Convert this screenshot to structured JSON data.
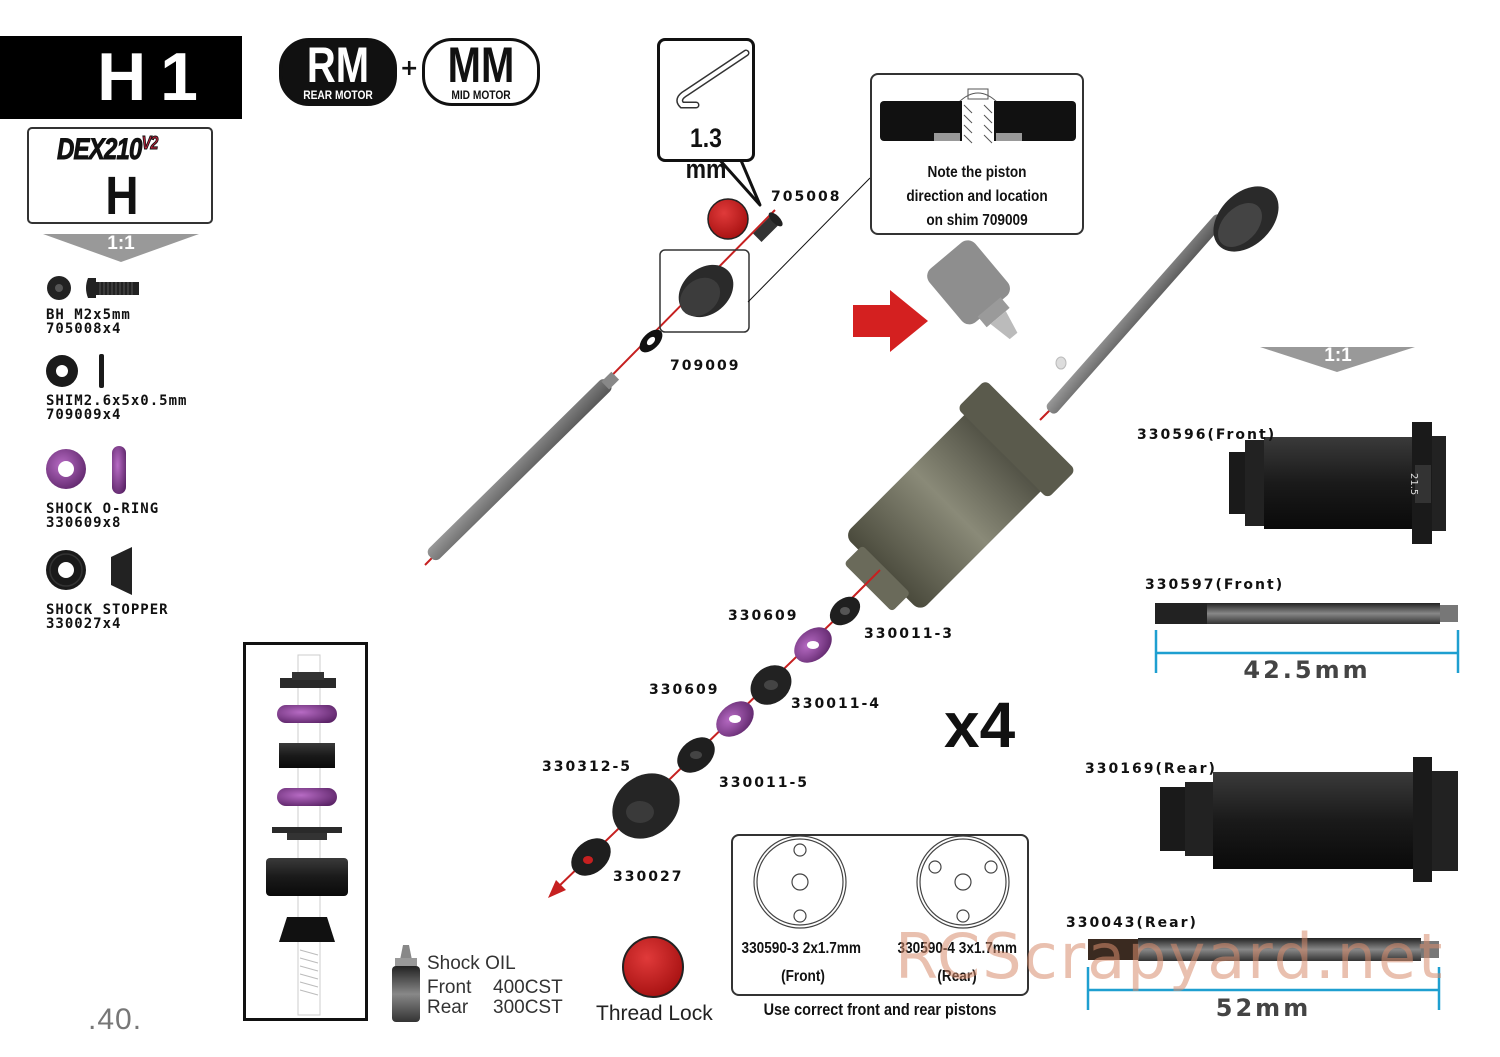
{
  "step": {
    "label": "H1"
  },
  "badges": {
    "rm": {
      "big": "RM",
      "small": "REAR MOTOR"
    },
    "plus": "+",
    "mm": {
      "big": "MM",
      "small": "MID MOTOR"
    }
  },
  "kit": {
    "logo": "DEX210",
    "logo_version": "V2",
    "bag_letter": "H"
  },
  "scale_left": "1:1",
  "scale_right": "1:1",
  "parts_list": [
    {
      "name": "BH M2x5mm",
      "code": "705008x4",
      "icon": "button-head-screw-icon"
    },
    {
      "name": "SHIM2.6x5x0.5mm",
      "code": "709009x4",
      "icon": "shim-icon"
    },
    {
      "name": "SHOCK O-RING",
      "code": "330609x8",
      "icon": "o-ring-icon"
    },
    {
      "name": "SHOCK STOPPER",
      "code": "330027x4",
      "icon": "shock-stopper-icon"
    }
  ],
  "tool_callout": {
    "size": "1.3 mm",
    "icon": "hex-key-icon"
  },
  "note_callout": {
    "lines": [
      "Note the piston",
      "direction and location",
      "on shim 709009"
    ]
  },
  "exploded_labels": {
    "screw": "705008",
    "shim": "709009",
    "spacer_3": "330011-3",
    "oring_1": "330609",
    "spacer_4": "330011-4",
    "oring_2": "330609",
    "spacer_5": "330011-5",
    "cap": "330312-5",
    "stopper": "330027"
  },
  "quantity": "x4",
  "pistons": {
    "front": {
      "code": "330590-3 2x1.7mm",
      "position": "(Front)"
    },
    "rear": {
      "code": "330590-4 3x1.7mm",
      "position": "(Rear)"
    },
    "note": "Use correct front and rear pistons"
  },
  "shock_oil": {
    "title": "Shock OIL",
    "front_label": "Front",
    "front_value": "400CST",
    "rear_label": "Rear",
    "rear_value": "300CST"
  },
  "thread_lock": "Thread Lock",
  "reference_parts": {
    "front_body": "330596(Front)",
    "front_shaft": "330597(Front)",
    "front_length": "42.5mm",
    "rear_body": "330169(Rear)",
    "rear_shaft": "330043(Rear)",
    "rear_length": "52mm",
    "body_marking": "21.5"
  },
  "page_number": ".40.",
  "watermark": "RCScrapyard.net",
  "colors": {
    "accent_red": "#d42020",
    "oring_purple": "#8a3b9a",
    "dimension_blue": "#1e9fd0",
    "scale_grey": "#999999"
  }
}
